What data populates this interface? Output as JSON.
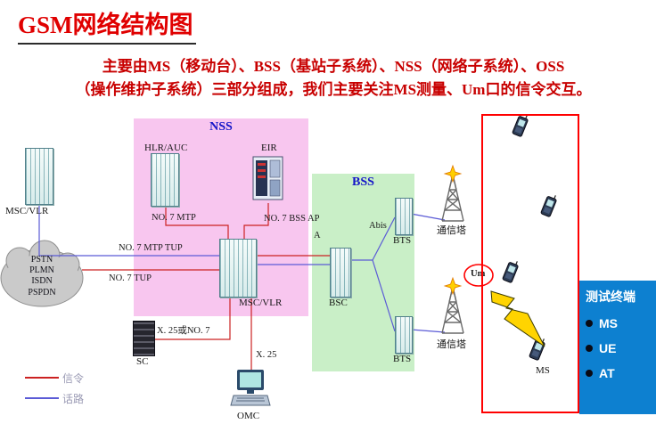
{
  "slide": {
    "title": "GSM网络结构图",
    "subtitle_line1": "主要由MS（移动台）、BSS（基站子系统）、NSS（网络子系统）、OSS",
    "subtitle_line2": "（操作维护子系统）三部分组成，我们主要关注MS测量、Um口的信令交互。"
  },
  "diagram": {
    "groups": {
      "nss": "NSS",
      "bss": "BSS"
    },
    "nodes": {
      "msc_vlr_left": "MSC/VLR",
      "hlr_auc": "HLR/AUC",
      "eir": "EIR",
      "msc_vlr_center": "MSC/VLR",
      "bsc": "BSC",
      "sc": "SC",
      "omc": "OMC",
      "bts": "BTS",
      "tower": "通信塔",
      "ms": "MS"
    },
    "cloud": [
      "PSTN",
      "PLMN",
      "ISDN",
      "PSPDN"
    ],
    "interfaces": {
      "no7_mtp": "NO. 7 MTP",
      "no7_bss_ap": "NO. 7 BSS AP",
      "no7_mtp_tup": "NO. 7 MTP TUP",
      "no7_tup": "NO. 7 TUP",
      "x25_or_no7": "X. 25或NO. 7",
      "x25": "X. 25",
      "a": "A",
      "abis": "Abis",
      "um": "Um"
    },
    "legend": {
      "signaling": "信令",
      "voice": "话路"
    }
  },
  "panel": {
    "title": "测试终端",
    "items": [
      "MS",
      "UE",
      "AT"
    ]
  },
  "colors": {
    "title_red": "#e00000",
    "nss_pink": "#f8c6ef",
    "bss_green": "#c9efc7",
    "panel_blue": "#0d80d0",
    "signal_red": "#cc2222",
    "voice_blue": "#5b5bd6",
    "highlight_red": "#ff0000"
  }
}
